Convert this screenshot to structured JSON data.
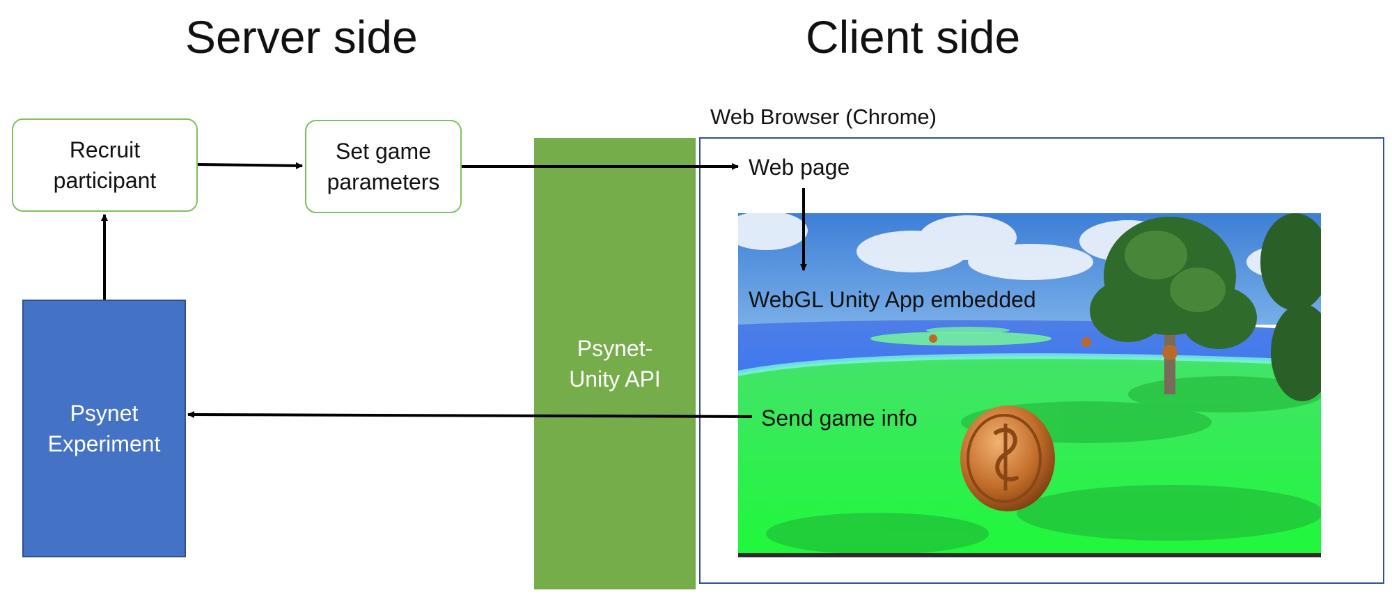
{
  "headings": {
    "server": "Server side",
    "client": "Client side"
  },
  "nodes": {
    "recruit": "Recruit participant",
    "set_params": "Set game parameters",
    "psynet": "Psynet Experiment",
    "api": "Psynet-Unity API",
    "browser": "Web Browser (Chrome)",
    "web_page": "Web page",
    "webgl": "WebGL Unity App embedded",
    "send_info": "Send game info"
  },
  "colors": {
    "rounded_box_border": "#7cc061",
    "api_band": "#74ad4a",
    "experiment_box": "#4472c4",
    "browser_border": "#2f528f"
  },
  "icons": {
    "coin": "dollar-coin-icon",
    "tree": "tree-icon"
  }
}
